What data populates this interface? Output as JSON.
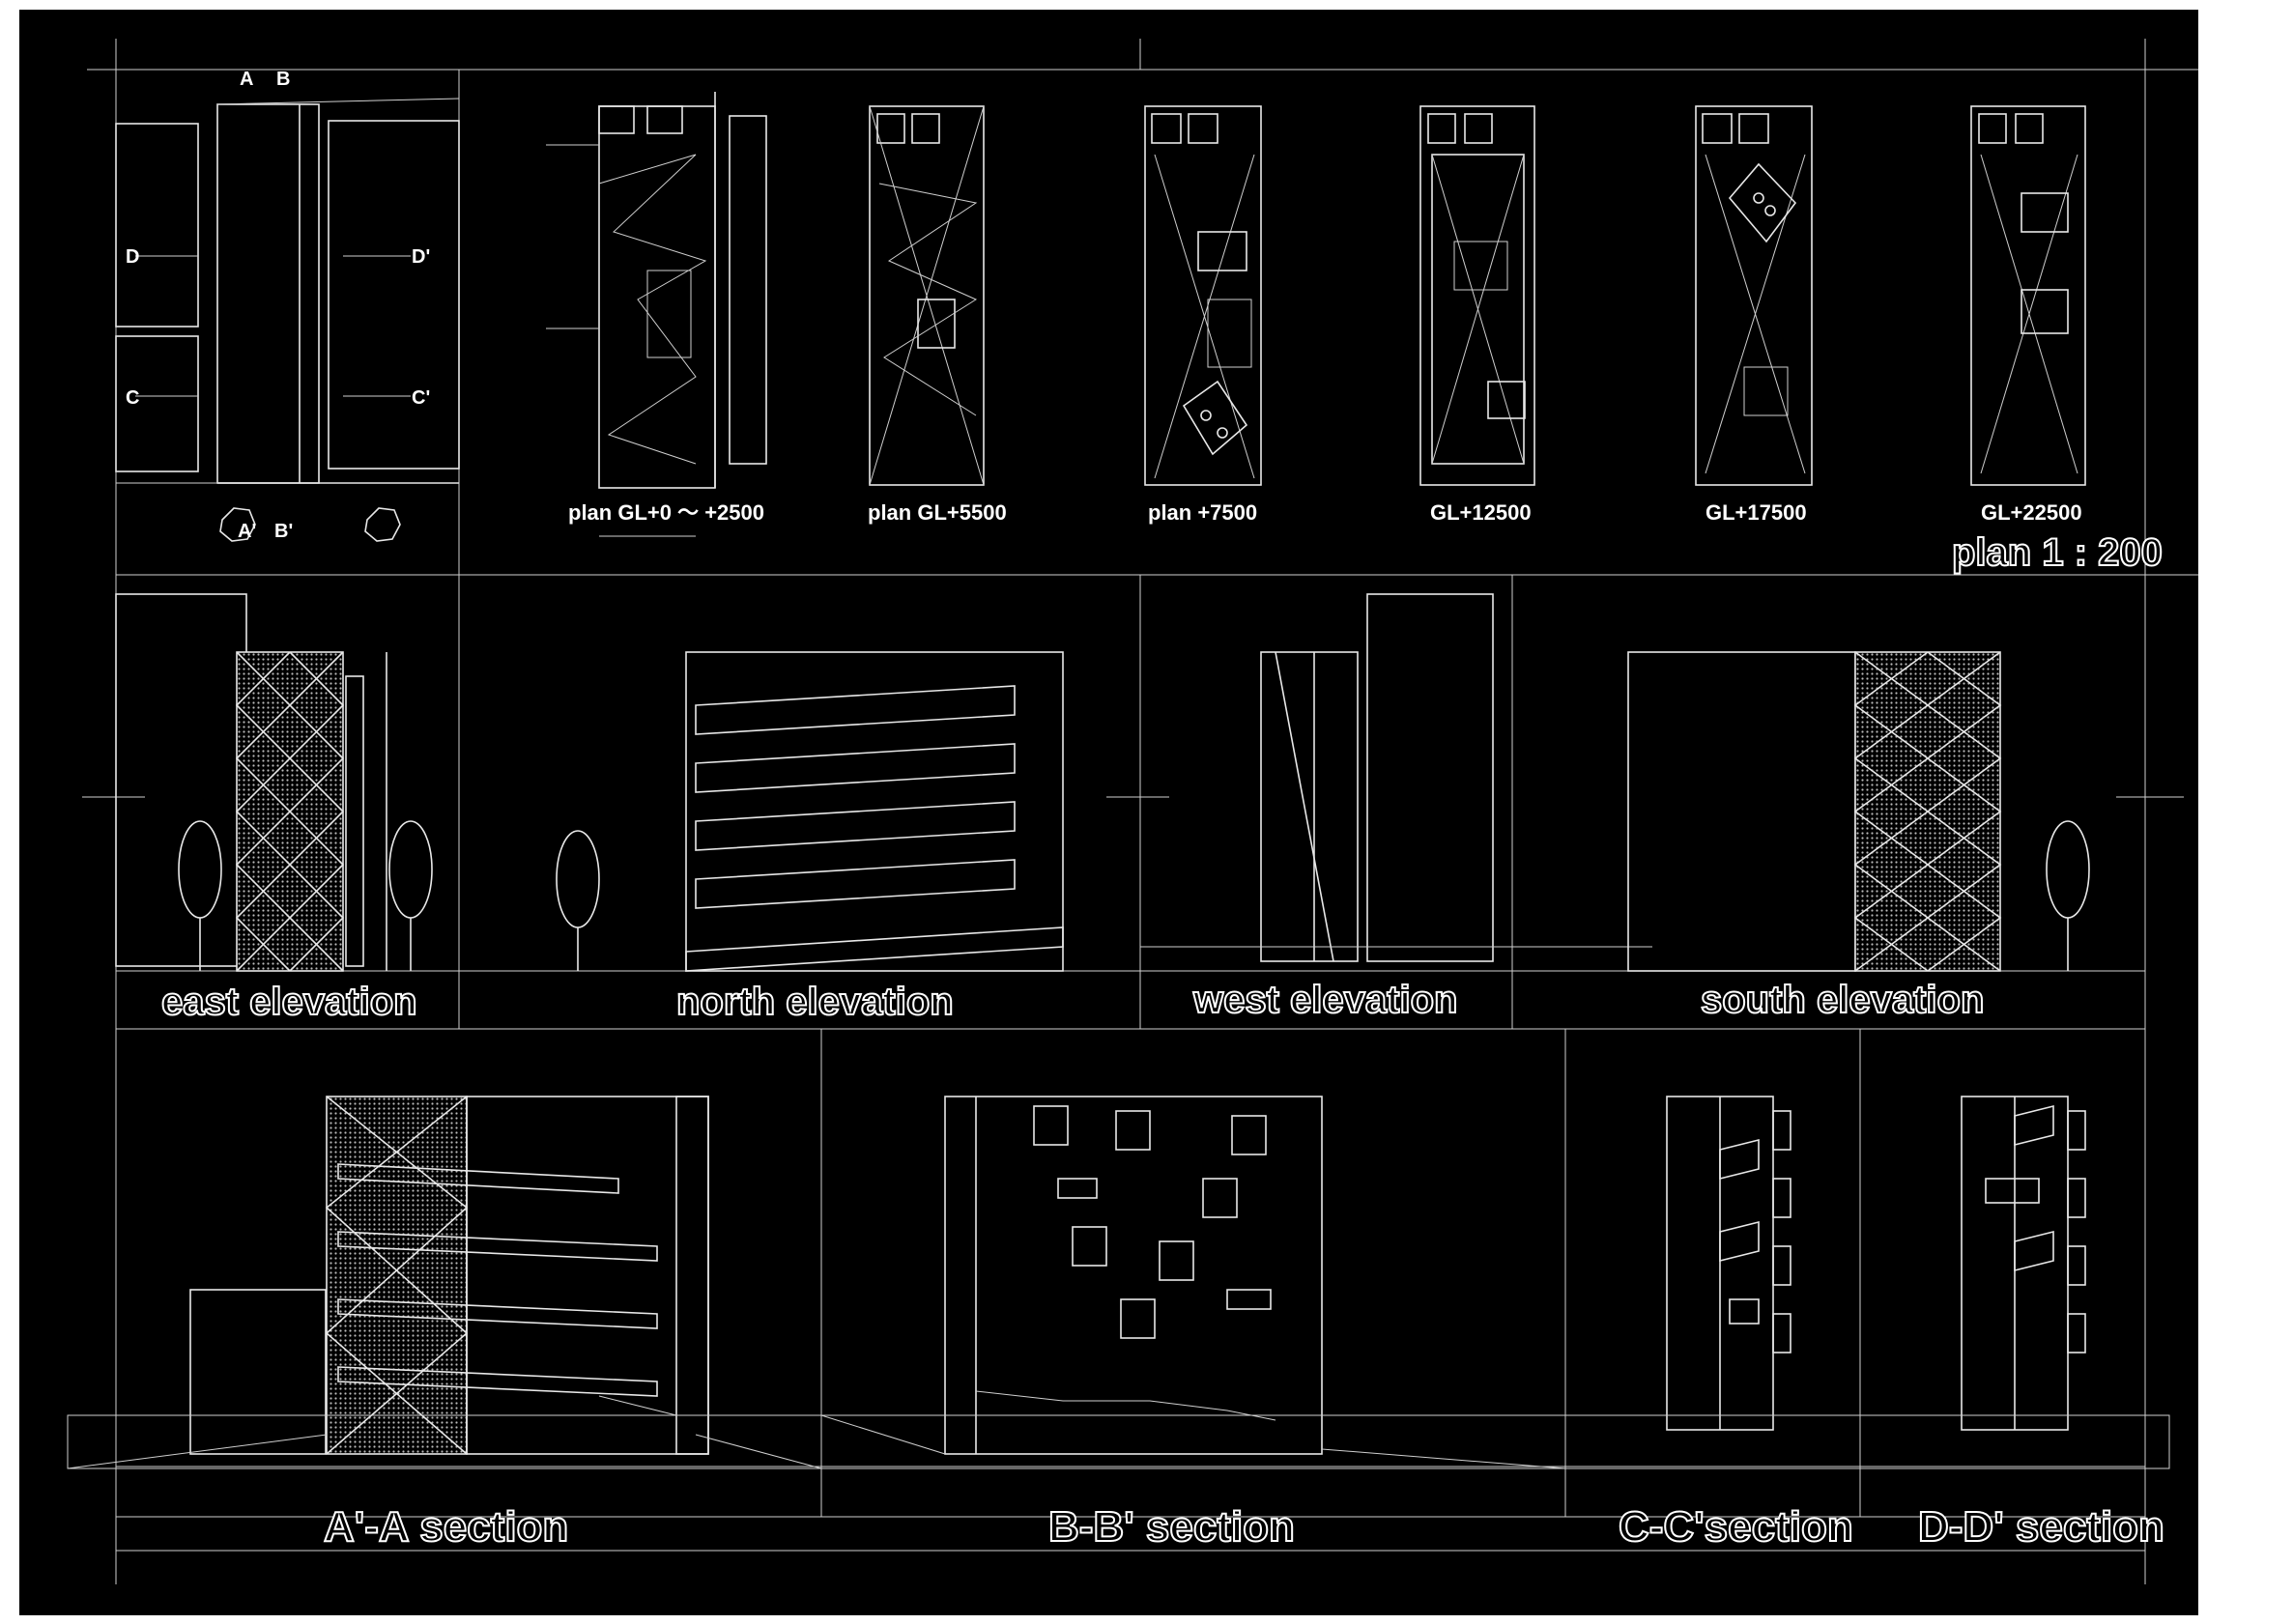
{
  "markers": {
    "a": "A",
    "b": "B",
    "d": "D",
    "d_prime": "D'",
    "c": "C",
    "c_prime": "C'",
    "a_prime": "A'",
    "b_prime": "B'"
  },
  "plans": [
    {
      "label": "plan GL+0 ～ +2500"
    },
    {
      "label": "plan GL+5500"
    },
    {
      "label": "plan +7500"
    },
    {
      "label": "GL+12500"
    },
    {
      "label": "GL+17500"
    },
    {
      "label": "GL+22500"
    }
  ],
  "plan_scale": "plan 1 : 200",
  "elevations": {
    "east": "east elevation",
    "north": "north elevation",
    "west": "west elevation",
    "south": "south elevation"
  },
  "sections": {
    "aa": "A'-A section",
    "bb": "B-B' section",
    "cc": "C-C'section",
    "dd": "D-D' section"
  }
}
